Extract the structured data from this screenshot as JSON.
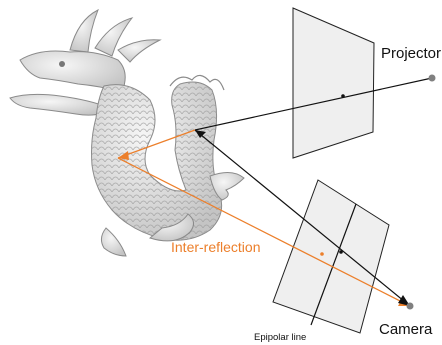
{
  "labels": {
    "projector": "Projector",
    "camera": "Camera",
    "inter_reflection": "Inter-reflection",
    "epipolar_line": "Epipolar line"
  },
  "colors": {
    "accent": "#EC7F2B",
    "line": "#111111",
    "plane_fill": "#EEEEEE",
    "plane_stroke": "#222222",
    "center_dot": "#808080",
    "dragon_fill": "#D9D9D9",
    "dragon_stroke": "#8A8A8A"
  }
}
